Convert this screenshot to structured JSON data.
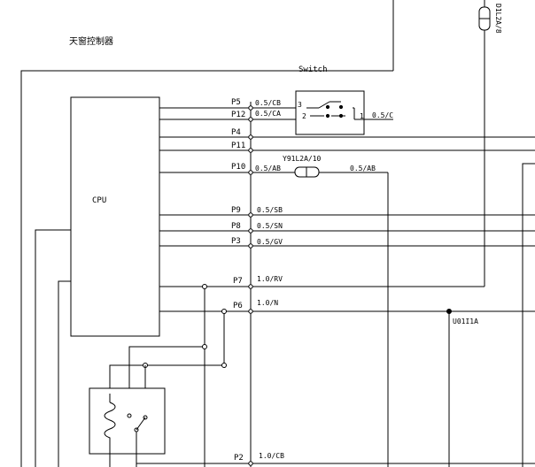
{
  "diagram": {
    "title": "天窗控制器",
    "cpu_label": "CPU",
    "switch_label": "Switch",
    "switch_pins": {
      "pin3": "3",
      "pin2": "2",
      "pin1": "1"
    },
    "fuse_top_label": "D1L2A/8",
    "fuse_mid_label": "Y91L2A/10",
    "ground_label": "U01I1A",
    "wires": [
      {
        "pin": "P5",
        "wire": "0.5/CB"
      },
      {
        "pin": "P12",
        "wire": "0.5/CA"
      },
      {
        "pin": "P4",
        "wire": ""
      },
      {
        "pin": "P11",
        "wire": ""
      },
      {
        "pin": "P10",
        "wire": "0.5/AB"
      },
      {
        "pin": "P9",
        "wire": "0.5/SB"
      },
      {
        "pin": "P8",
        "wire": "0.5/SN"
      },
      {
        "pin": "P3",
        "wire": "0.5/GV"
      },
      {
        "pin": "P7",
        "wire": "1.0/RV"
      },
      {
        "pin": "P6",
        "wire": "1.0/N"
      },
      {
        "pin": "P2",
        "wire": "1.0/CB"
      }
    ],
    "switch_out_wire": "0.5/C",
    "fuse_out_wire": "0.5/AB"
  }
}
